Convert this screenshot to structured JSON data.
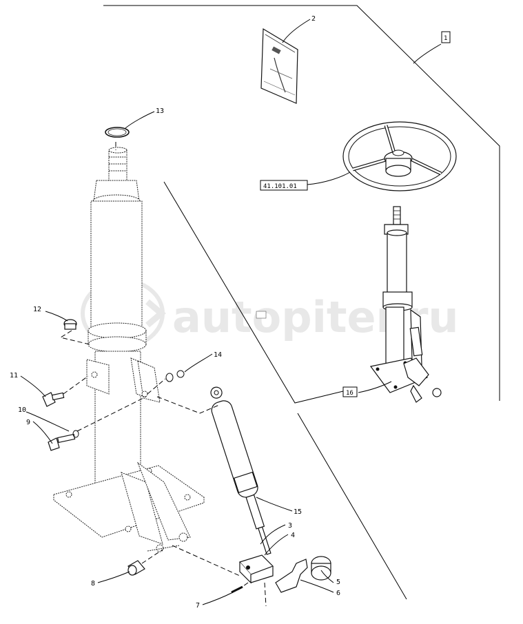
{
  "watermark": {
    "mark": "a",
    "text": "autopiter.ru",
    "color": "#e4e4e4"
  },
  "callouts": {
    "c1": "1",
    "c2": "2",
    "c3": "3",
    "c4": "4",
    "c5": "5",
    "c6": "6",
    "c7": "7",
    "c8": "8",
    "c9": "9",
    "c10": "10",
    "c11": "11",
    "c12": "12",
    "c13": "13",
    "c14": "14",
    "c15": "15",
    "c16": "16",
    "ref": "41.101.01"
  },
  "manual_cover": {
    "text": ""
  }
}
